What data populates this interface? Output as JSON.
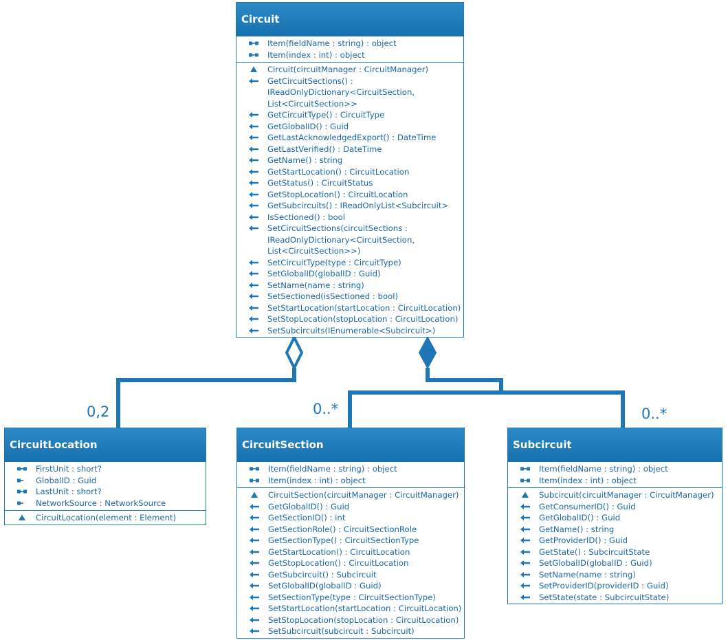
{
  "classes": [
    {
      "key": "circuit",
      "title": "Circuit",
      "sections": [
        [
          {
            "icon": "property",
            "lines": [
              "Item(fieldName : string) : object"
            ]
          },
          {
            "icon": "property",
            "lines": [
              "Item(index : int) : object"
            ]
          }
        ],
        [
          {
            "icon": "constructor",
            "lines": [
              "Circuit(circuitManager : CircuitManager)"
            ]
          },
          {
            "icon": "method",
            "lines": [
              "GetCircuitSections() :",
              "IReadOnlyDictionary<CircuitSection,",
              "List<CircuitSection>>"
            ]
          },
          {
            "icon": "method",
            "lines": [
              "GetCircuitType() : CircuitType"
            ]
          },
          {
            "icon": "method",
            "lines": [
              "GetGlobalID() : Guid"
            ]
          },
          {
            "icon": "method",
            "lines": [
              "GetLastAcknowledgedExport() : DateTime"
            ]
          },
          {
            "icon": "method",
            "lines": [
              "GetLastVerified() : DateTime"
            ]
          },
          {
            "icon": "method",
            "lines": [
              "GetName() : string"
            ]
          },
          {
            "icon": "method",
            "lines": [
              "GetStartLocation() : CircuitLocation"
            ]
          },
          {
            "icon": "method",
            "lines": [
              "GetStatus() : CircuitStatus"
            ]
          },
          {
            "icon": "method",
            "lines": [
              "GetStopLocation() : CircuitLocation"
            ]
          },
          {
            "icon": "method",
            "lines": [
              "GetSubcircuits() : IReadOnlyList<Subcircuit>"
            ]
          },
          {
            "icon": "method",
            "lines": [
              "IsSectioned() : bool"
            ]
          },
          {
            "icon": "method",
            "lines": [
              "SetCircuitSections(circuitSections :",
              "IReadOnlyDictionary<CircuitSection,",
              "List<CircuitSection>>)"
            ]
          },
          {
            "icon": "method",
            "lines": [
              "SetCircuitType(type : CircuitType)"
            ]
          },
          {
            "icon": "method",
            "lines": [
              "SetGlobalID(globalID : Guid)"
            ]
          },
          {
            "icon": "method",
            "lines": [
              "SetName(name : string)"
            ]
          },
          {
            "icon": "method",
            "lines": [
              "SetSectioned(isSectioned : bool)"
            ]
          },
          {
            "icon": "method",
            "lines": [
              "SetStartLocation(startLocation : CircuitLocation)"
            ]
          },
          {
            "icon": "method",
            "lines": [
              "SetStopLocation(stopLocation : CircuitLocation)"
            ]
          },
          {
            "icon": "method",
            "lines": [
              "SetSubcircuits(IEnumerable<Subcircuit>)"
            ]
          }
        ]
      ]
    },
    {
      "key": "circuit-location",
      "title": "CircuitLocation",
      "sections": [
        [
          {
            "icon": "property",
            "lines": [
              "FirstUnit : short?"
            ]
          },
          {
            "icon": "field",
            "lines": [
              "GlobalID : Guid"
            ]
          },
          {
            "icon": "property",
            "lines": [
              "LastUnit : short?"
            ]
          },
          {
            "icon": "field",
            "lines": [
              "NetworkSource : NetworkSource"
            ]
          }
        ],
        [
          {
            "icon": "constructor",
            "lines": [
              "CircuitLocation(element : Element)"
            ]
          }
        ]
      ]
    },
    {
      "key": "circuit-section",
      "title": "CircuitSection",
      "sections": [
        [
          {
            "icon": "property",
            "lines": [
              "Item(fieldName : string) : object"
            ]
          },
          {
            "icon": "property",
            "lines": [
              "Item(index : int) : object"
            ]
          }
        ],
        [
          {
            "icon": "constructor",
            "lines": [
              "CircuitSection(circuitManager : CircuitManager)"
            ]
          },
          {
            "icon": "method",
            "lines": [
              "GetGlobalID() : Guid"
            ]
          },
          {
            "icon": "method",
            "lines": [
              "GetSectionID() : int"
            ]
          },
          {
            "icon": "method",
            "lines": [
              "GetSectionRole() : CircuitSectionRole"
            ]
          },
          {
            "icon": "method",
            "lines": [
              "GetSectionType() : CircuitSectionType"
            ]
          },
          {
            "icon": "method",
            "lines": [
              "GetStartLocation() : CircuitLocation"
            ]
          },
          {
            "icon": "method",
            "lines": [
              "GetStopLocation() : CircuitLocation"
            ]
          },
          {
            "icon": "method",
            "lines": [
              "GetSubcircuit() : Subcircuit"
            ]
          },
          {
            "icon": "method",
            "lines": [
              "SetGlobalID(globalID : Guid)"
            ]
          },
          {
            "icon": "method",
            "lines": [
              "SetSectionType(type : CircuitSectionType)"
            ]
          },
          {
            "icon": "method",
            "lines": [
              "SetStartLocation(startLocation : CircuitLocation)"
            ]
          },
          {
            "icon": "method",
            "lines": [
              "SetStopLocation(stopLocation : CircuitLocation)"
            ]
          },
          {
            "icon": "method",
            "lines": [
              "SetSubcircuit(subcircuit : Subcircuit)"
            ]
          }
        ]
      ]
    },
    {
      "key": "subcircuit",
      "title": "Subcircuit",
      "sections": [
        [
          {
            "icon": "property",
            "lines": [
              "Item(fieldName : string) : object"
            ]
          },
          {
            "icon": "property",
            "lines": [
              "Item(index : int) : object"
            ]
          }
        ],
        [
          {
            "icon": "constructor",
            "lines": [
              "Subcircuit(circuitManager : CircuitManager)"
            ]
          },
          {
            "icon": "method",
            "lines": [
              "GetConsumerID() : Guid"
            ]
          },
          {
            "icon": "method",
            "lines": [
              "GetGlobalID() : Guid"
            ]
          },
          {
            "icon": "method",
            "lines": [
              "GetName() : string"
            ]
          },
          {
            "icon": "method",
            "lines": [
              "GetProviderID() : Guid"
            ]
          },
          {
            "icon": "method",
            "lines": [
              "GetState() : SubcircuitState"
            ]
          },
          {
            "icon": "method",
            "lines": [
              "SetGlobalID(globalID : Guid)"
            ]
          },
          {
            "icon": "method",
            "lines": [
              "SetName(name : string)"
            ]
          },
          {
            "icon": "method",
            "lines": [
              "SetProviderID(providerID : Guid)"
            ]
          },
          {
            "icon": "method",
            "lines": [
              "SetState(state : SubcircuitState)"
            ]
          }
        ]
      ]
    }
  ],
  "multiplicities": {
    "circuit_location": "0,2",
    "circuit_section": "0..*",
    "subcircuit": "0..*"
  },
  "colors": {
    "header": "#1670ad",
    "line": "#1f76b5",
    "text": "#1a66a8"
  }
}
